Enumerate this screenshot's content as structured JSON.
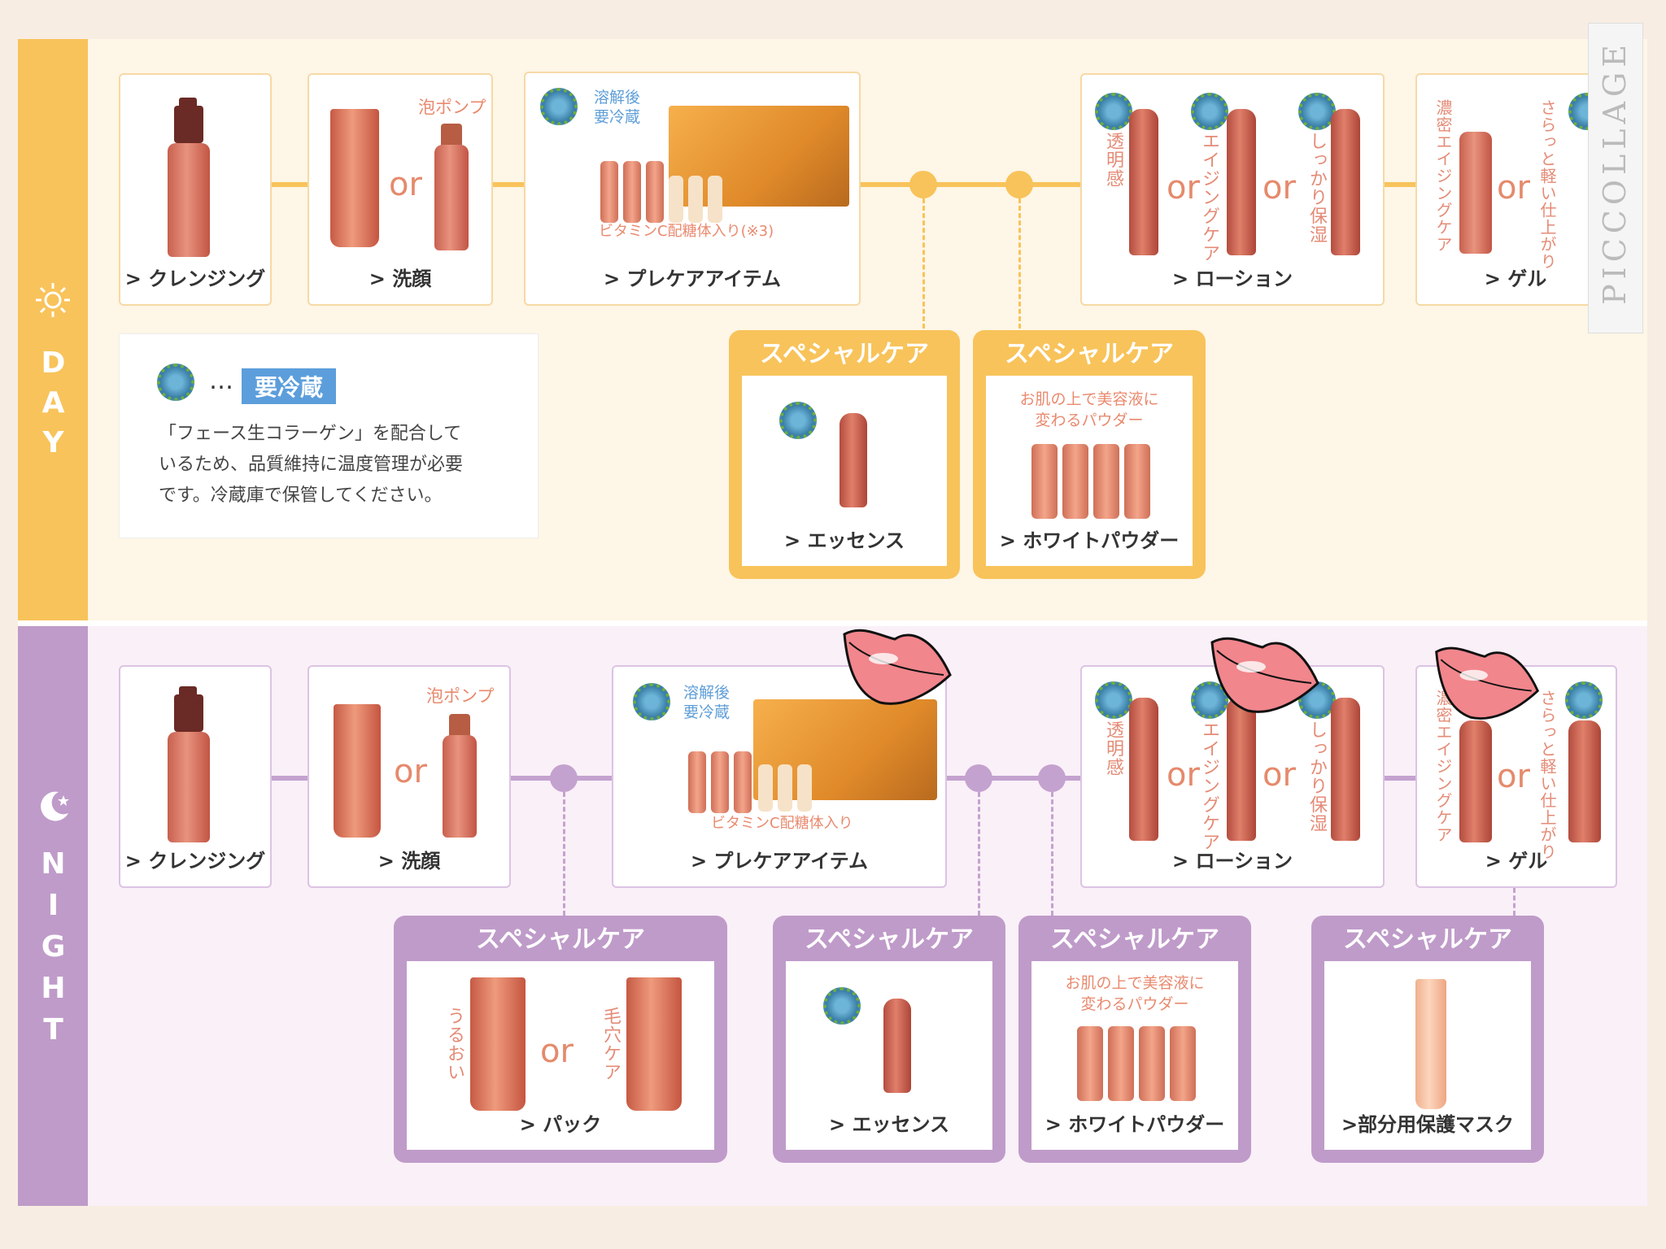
{
  "day": {
    "label": "DAY",
    "steps": [
      {
        "caption": "> クレンジング"
      },
      {
        "caption": "> 洗顔",
        "note": "泡ポンプ",
        "or": "or"
      },
      {
        "caption": "> プレケアアイテム",
        "note_line1": "溶解後",
        "note_line2": "要冷蔵",
        "sub": "ビタミンC配糖体入り(※3)"
      },
      {
        "caption": "> ローション",
        "labels": [
          "透明感",
          "エイジングケア",
          "しっかり保湿"
        ],
        "or": "or"
      },
      {
        "caption": "> ゲル",
        "labels": [
          "濃密エイジングケア",
          "さらっと軽い仕上がり"
        ],
        "or": "or"
      }
    ],
    "special": [
      {
        "title": "スペシャルケア",
        "caption": "> エッセンス"
      },
      {
        "title": "スペシャルケア",
        "note_line1": "お肌の上で美容液に",
        "note_line2": "変わるパウダー",
        "caption": "> ホワイトパウダー"
      }
    ],
    "legend": {
      "dots": "…",
      "tag": "要冷蔵",
      "line1": "「フェース生コラーゲン」を配合して",
      "line2": "いるため、品質維持に温度管理が必要",
      "line3": "です。冷蔵庫で保管してください。"
    }
  },
  "night": {
    "label": "NIGHT",
    "steps": [
      {
        "caption": "> クレンジング"
      },
      {
        "caption": "> 洗顔",
        "note": "泡ポンプ",
        "or": "or"
      },
      {
        "caption": "> プレケアアイテム",
        "note_line1": "溶解後",
        "note_line2": "要冷蔵",
        "sub": "ビタミンC配糖体入り"
      },
      {
        "caption": "> ローション",
        "labels": [
          "透明感",
          "エイジングケア",
          "しっかり保湿"
        ],
        "or": "or"
      },
      {
        "caption": "> ゲル",
        "labels": [
          "濃密エイジングケア",
          "さらっと軽い仕上がり"
        ],
        "or": "or"
      }
    ],
    "special": [
      {
        "title": "スペシャルケア",
        "caption": "> パック",
        "labels": [
          "うるおい",
          "毛穴ケア"
        ],
        "or": "or"
      },
      {
        "title": "スペシャルケア",
        "caption": "> エッセンス"
      },
      {
        "title": "スペシャルケア",
        "note_line1": "お肌の上で美容液に",
        "note_line2": "変わるパウダー",
        "caption": "> ホワイトパウダー"
      },
      {
        "title": "スペシャルケア",
        "caption": ">部分用保護マスク"
      }
    ]
  },
  "watermark": "PICCOLLAGE",
  "colors": {
    "day": "#f8c35a",
    "night": "#bf9bc9",
    "accent": "#e98a6f",
    "tag": "#5c9edb"
  }
}
